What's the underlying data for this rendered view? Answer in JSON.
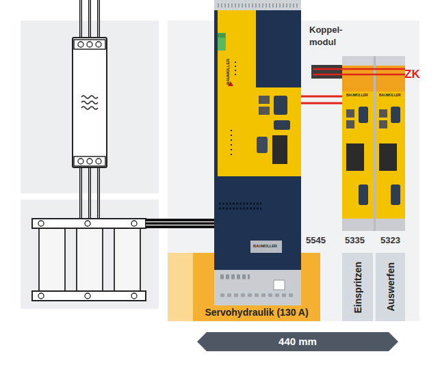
{
  "diagram": {
    "nodes": [
      {
        "text": [
          "5545"
        ]
      },
      {
        "text": [
          "Koppel- modul"
        ]
      },
      {
        "text": [
          "5335"
        ]
      },
      {
        "text": [
          "5323"
        ]
      },
      {
        "text": [
          "Servohydraulik (130 A)"
        ]
      },
      {
        "text": [
          "Einspritzen"
        ]
      },
      {
        "text": [
          "Auswerfen"
        ]
      },
      {
        "text": [
          "440 mm"
        ]
      }
    ],
    "edges": [
      {
        "from": 0,
        "to": 2,
        "arrow": "none"
      }
    ],
    "labels": [
      "ZK",
      "BAUMÜLLER",
      "BAUMÜLLER",
      "BAUMÜLLER",
      "BAUMÜLLER"
    ]
  }
}
